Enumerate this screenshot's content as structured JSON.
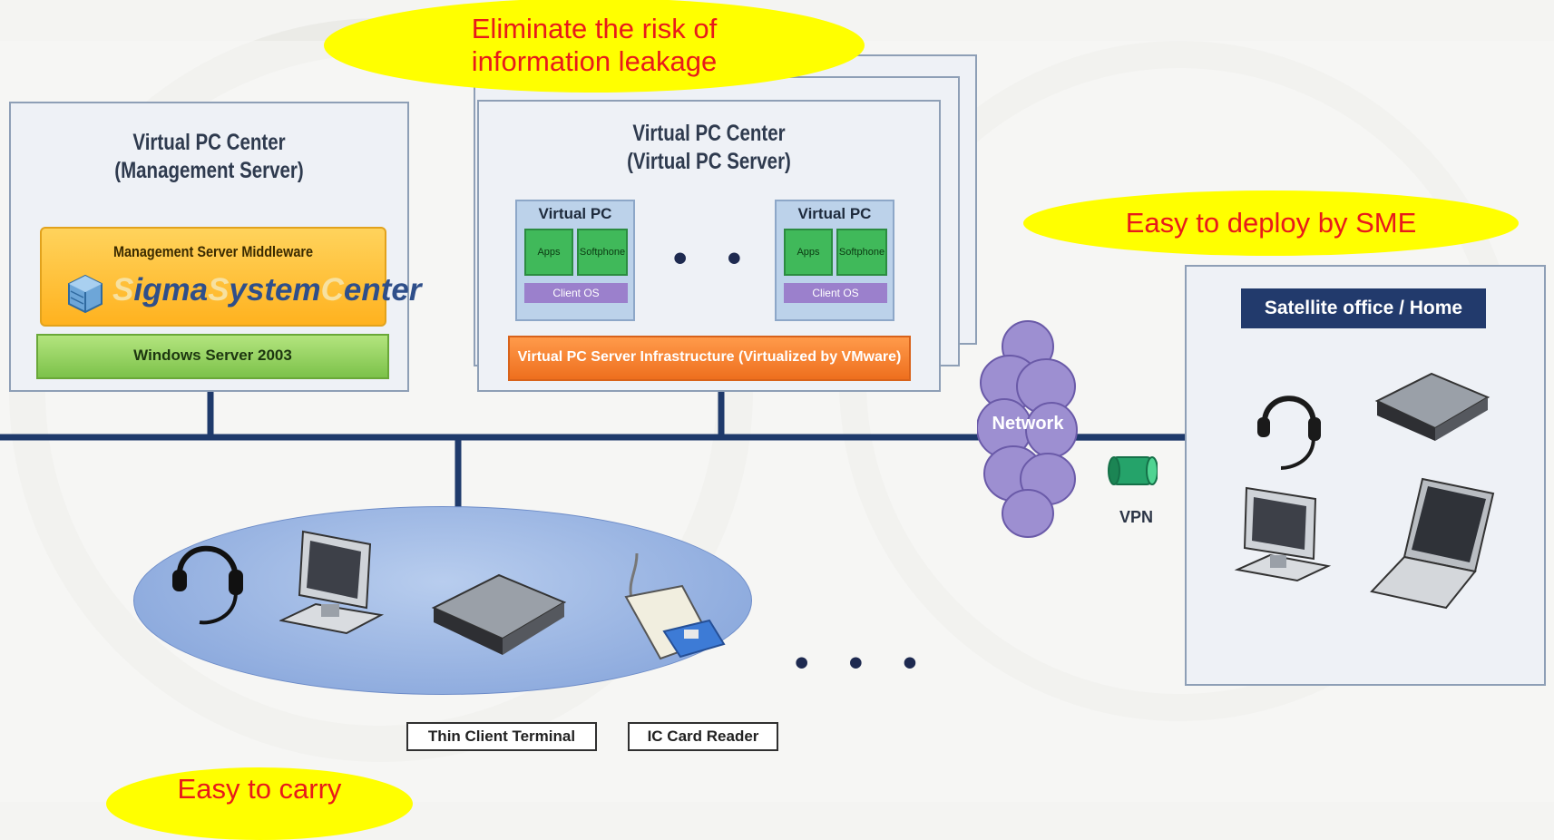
{
  "callouts": {
    "top": "Eliminate the risk of information leakage",
    "right": "Easy to deploy by SME",
    "bottom": "Easy to carry"
  },
  "management": {
    "title_line1": "Virtual PC Center",
    "title_line2": "(Management Server)",
    "middleware": "Management Server Middleware",
    "product_s": "S",
    "product_igma": "igma",
    "product_S2": "S",
    "product_ystem": "ystem",
    "product_C": "C",
    "product_enter": "enter",
    "os": "Windows Server 2003"
  },
  "vpcserver": {
    "title_line1": "Virtual PC Center",
    "title_line2": "(Virtual PC Server)",
    "vpc_title": "Virtual PC",
    "apps": "Apps",
    "softphone": "Softphone",
    "client_os": "Client OS",
    "dots": "• • •",
    "infra": "Virtual PC Server Infrastructure (Virtualized by VMware)"
  },
  "network": {
    "cloud": "Network",
    "vpn": "VPN"
  },
  "satellite": {
    "title": "Satellite office / Home"
  },
  "local": {
    "thin_client": "Thin Client Terminal",
    "card_reader": "IC Card Reader",
    "dots": "• • •"
  },
  "colors": {
    "callout": "#ffff00",
    "callout_text": "#e81a1a",
    "bus": "#1f3a6b",
    "ellipse": "#8eaee0",
    "infra": "#f07a2c",
    "middleware": "#ffc53b",
    "windows": "#8fd15a"
  }
}
